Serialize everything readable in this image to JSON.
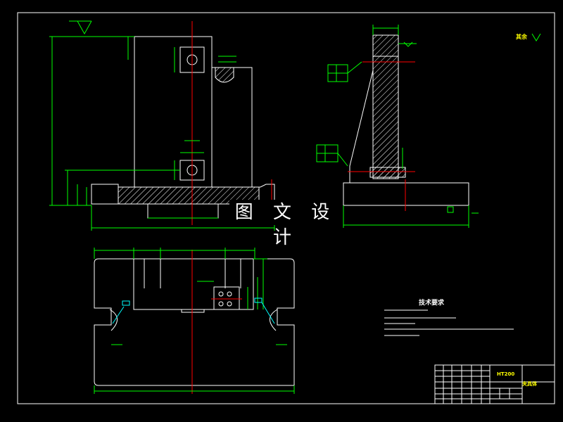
{
  "watermark": "图 文 设 计",
  "tech_requirements_title": "技术要求",
  "title_block": {
    "material": "HT200",
    "drawing_name": "夹具体"
  },
  "surface_note": "其余",
  "colors": {
    "background": "#000000",
    "outline": "#ffffff",
    "dimension": "#00ff00",
    "centerline": "#ff0000",
    "hatch": "#ffffff",
    "leader": "#00ffff",
    "title_text": "#ffff00"
  }
}
